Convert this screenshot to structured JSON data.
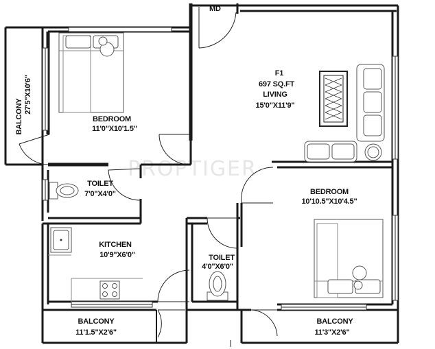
{
  "watermark": "PROPTIGER",
  "door_tag": "MD",
  "unit": {
    "flat_no": "F1",
    "area": "697 SQ.FT"
  },
  "rooms": {
    "living": {
      "name": "LIVING",
      "size": "15'0\"X11'9\""
    },
    "bedroom_top": {
      "name": "BEDROOM",
      "size": "11'0\"X10'1.5\""
    },
    "bedroom_right": {
      "name": "BEDROOM",
      "size": "10'10.5\"X10'4.5\""
    },
    "toilet_left": {
      "name": "TOILET",
      "size": "7'0\"X4'0\""
    },
    "toilet_mid": {
      "name": "TOILET",
      "size": "4'0\"X6'0\""
    },
    "kitchen": {
      "name": "KITCHEN",
      "size": "10'9\"X6'0\""
    },
    "balcony_left": {
      "name": "BALCONY",
      "size": "27'5\"X10'6\""
    },
    "balcony_bottom_left": {
      "name": "BALCONY",
      "size": "11'1.5\"X2'6\""
    },
    "balcony_bottom_right": {
      "name": "BALCONY",
      "size": "11'3\"X2'6\""
    }
  }
}
